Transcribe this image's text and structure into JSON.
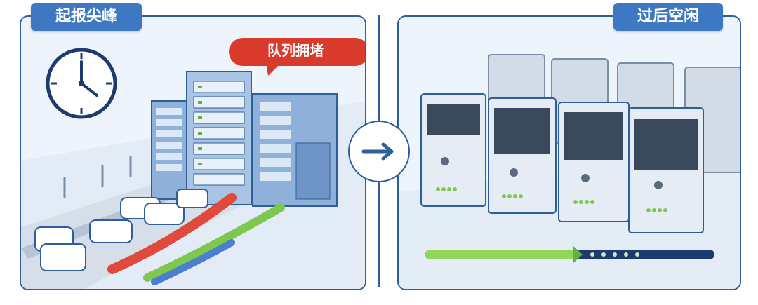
{
  "left_panel": {
    "title": "起报尖峰",
    "callout": "队列拥堵"
  },
  "right_panel": {
    "title": "过后空闲"
  },
  "colors": {
    "frame": "#2e5f9a",
    "tag": "#3f78c2",
    "callout": "#d93a2b",
    "queue_red": "#e04a3a",
    "queue_green": "#7ec850",
    "queue_blue": "#4a7fd0",
    "progress_green": "#8fd65a",
    "progress_navy": "#1e3a6e"
  },
  "icons": {
    "clock": "clock-icon",
    "arrow": "arrow-right-icon"
  }
}
